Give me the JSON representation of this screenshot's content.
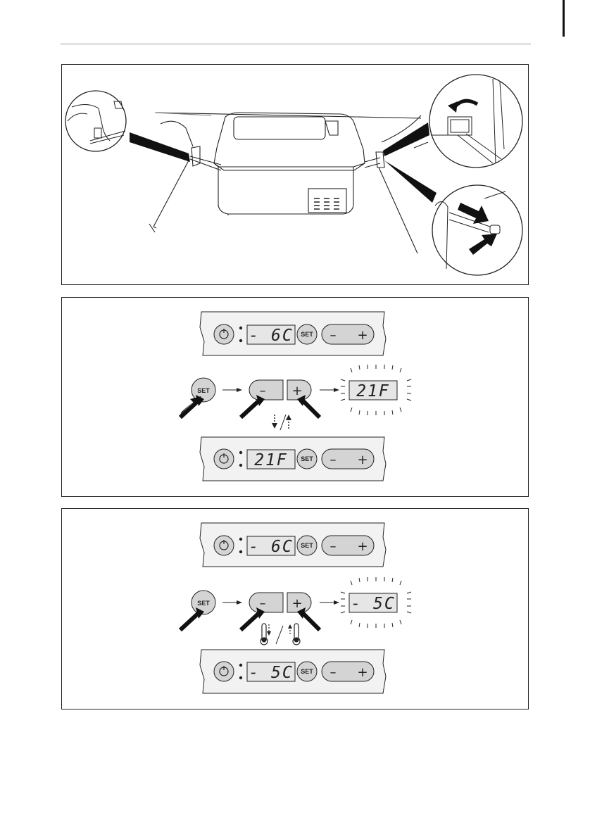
{
  "figures": [
    {
      "id": "mounting",
      "description_hidden": true
    },
    {
      "id": "set-unit",
      "panel_before": {
        "display": "- 6C",
        "set_label": "SET",
        "minus_label": "–",
        "plus_label": "+"
      },
      "step": {
        "set_label": "SET",
        "minus_label": "–",
        "plus_label": "+",
        "result_display": "21F",
        "icons": [
          "fahrenheit-down-icon",
          "fahrenheit-up-icon"
        ]
      },
      "panel_after": {
        "display": "21F",
        "set_label": "SET",
        "minus_label": "–",
        "plus_label": "+"
      }
    },
    {
      "id": "set-temperature",
      "panel_before": {
        "display": "- 6C",
        "set_label": "SET",
        "minus_label": "–",
        "plus_label": "+"
      },
      "step": {
        "set_label": "SET",
        "minus_label": "–",
        "plus_label": "+",
        "result_display": "- 5C",
        "icons": [
          "thermometer-down-icon",
          "thermometer-up-icon"
        ]
      },
      "panel_after": {
        "display": "- 5C",
        "set_label": "SET",
        "minus_label": "–",
        "plus_label": "+"
      }
    }
  ],
  "colors": {
    "panel_face": "#eeeeee",
    "lcd_face": "#e6e6e6",
    "button_face": "#d4d4d4",
    "line": "#222222",
    "arrow": "#111111"
  }
}
